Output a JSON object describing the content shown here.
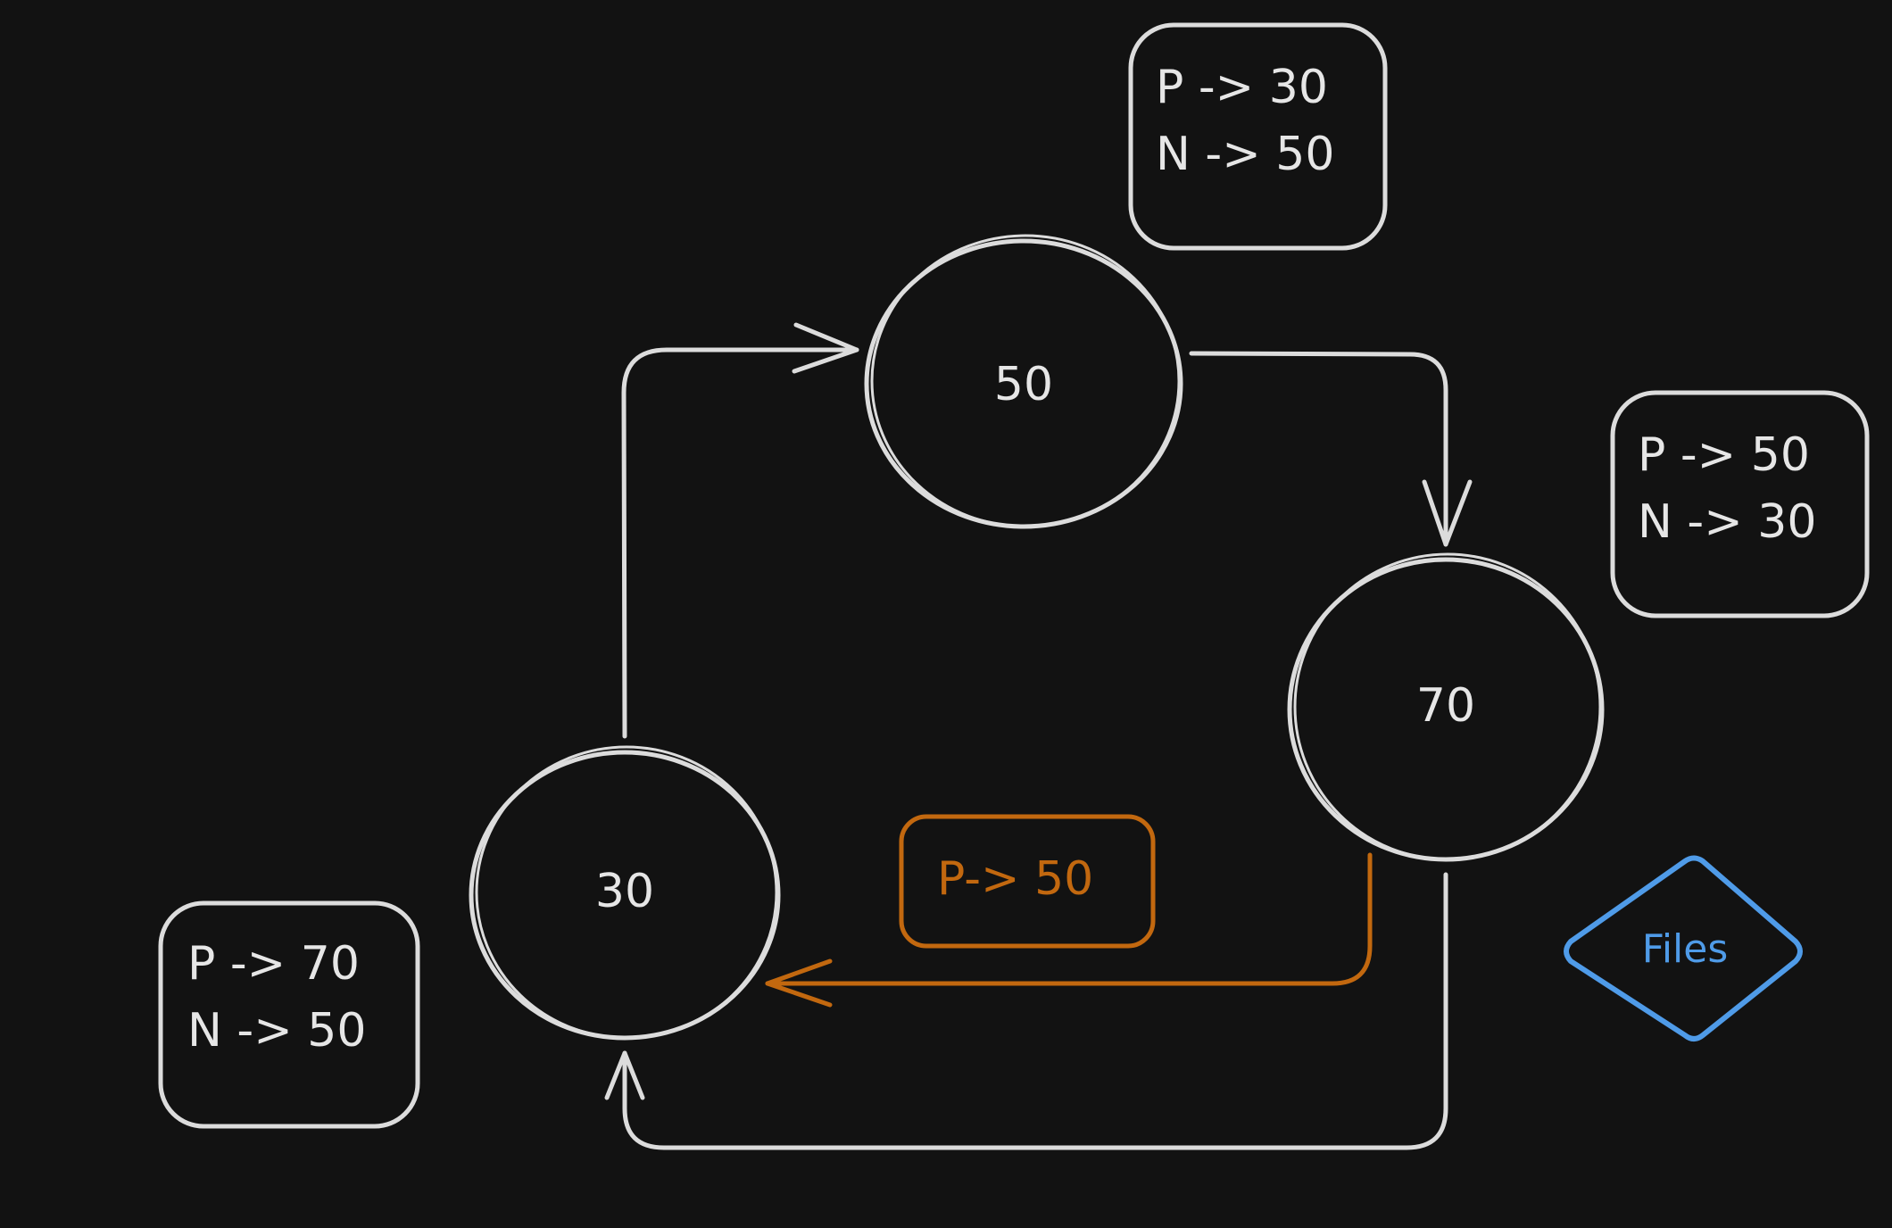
{
  "nodes": {
    "node_50": {
      "label": "50"
    },
    "node_70": {
      "label": "70"
    },
    "node_30": {
      "label": "30"
    }
  },
  "notes": {
    "note_50": {
      "line1": "P -> 30",
      "line2": "N -> 50"
    },
    "note_70": {
      "line1": "P -> 50",
      "line2": "N -> 30"
    },
    "note_30": {
      "line1": "P -> 70",
      "line2": "N -> 50"
    },
    "note_orange": {
      "line1": "P-> 50"
    }
  },
  "diamond": {
    "label": "Files"
  },
  "colors": {
    "background": "#121212",
    "stroke": "#dcdcdc",
    "accent_orange": "#c2680f",
    "accent_blue": "#4f9be8"
  }
}
